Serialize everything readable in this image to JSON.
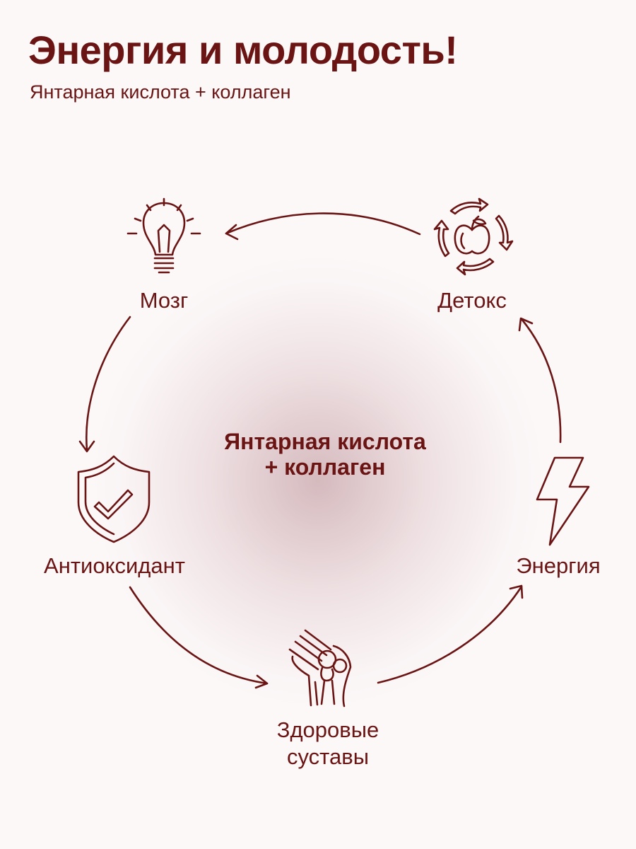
{
  "header": {
    "title": "Энергия и молодость!",
    "subtitle": "Янтарная кислота + коллаген"
  },
  "center": {
    "line1": "Янтарная кислота",
    "line2": "+ коллаген"
  },
  "cycle": {
    "brain": {
      "label": "Мозг",
      "icon": "lightbulb-icon"
    },
    "detox": {
      "label": "Детокс",
      "icon": "apple-recycle-icon"
    },
    "energy": {
      "label": "Энергия",
      "icon": "lightning-icon"
    },
    "joints": {
      "line1": "Здоровые",
      "line2": "суставы",
      "icon": "knee-joint-icon"
    },
    "antioxidant": {
      "label": "Антиоксидант",
      "icon": "shield-check-icon"
    }
  },
  "colors": {
    "background": "#fcf8f8",
    "accent": "#6b1414"
  }
}
